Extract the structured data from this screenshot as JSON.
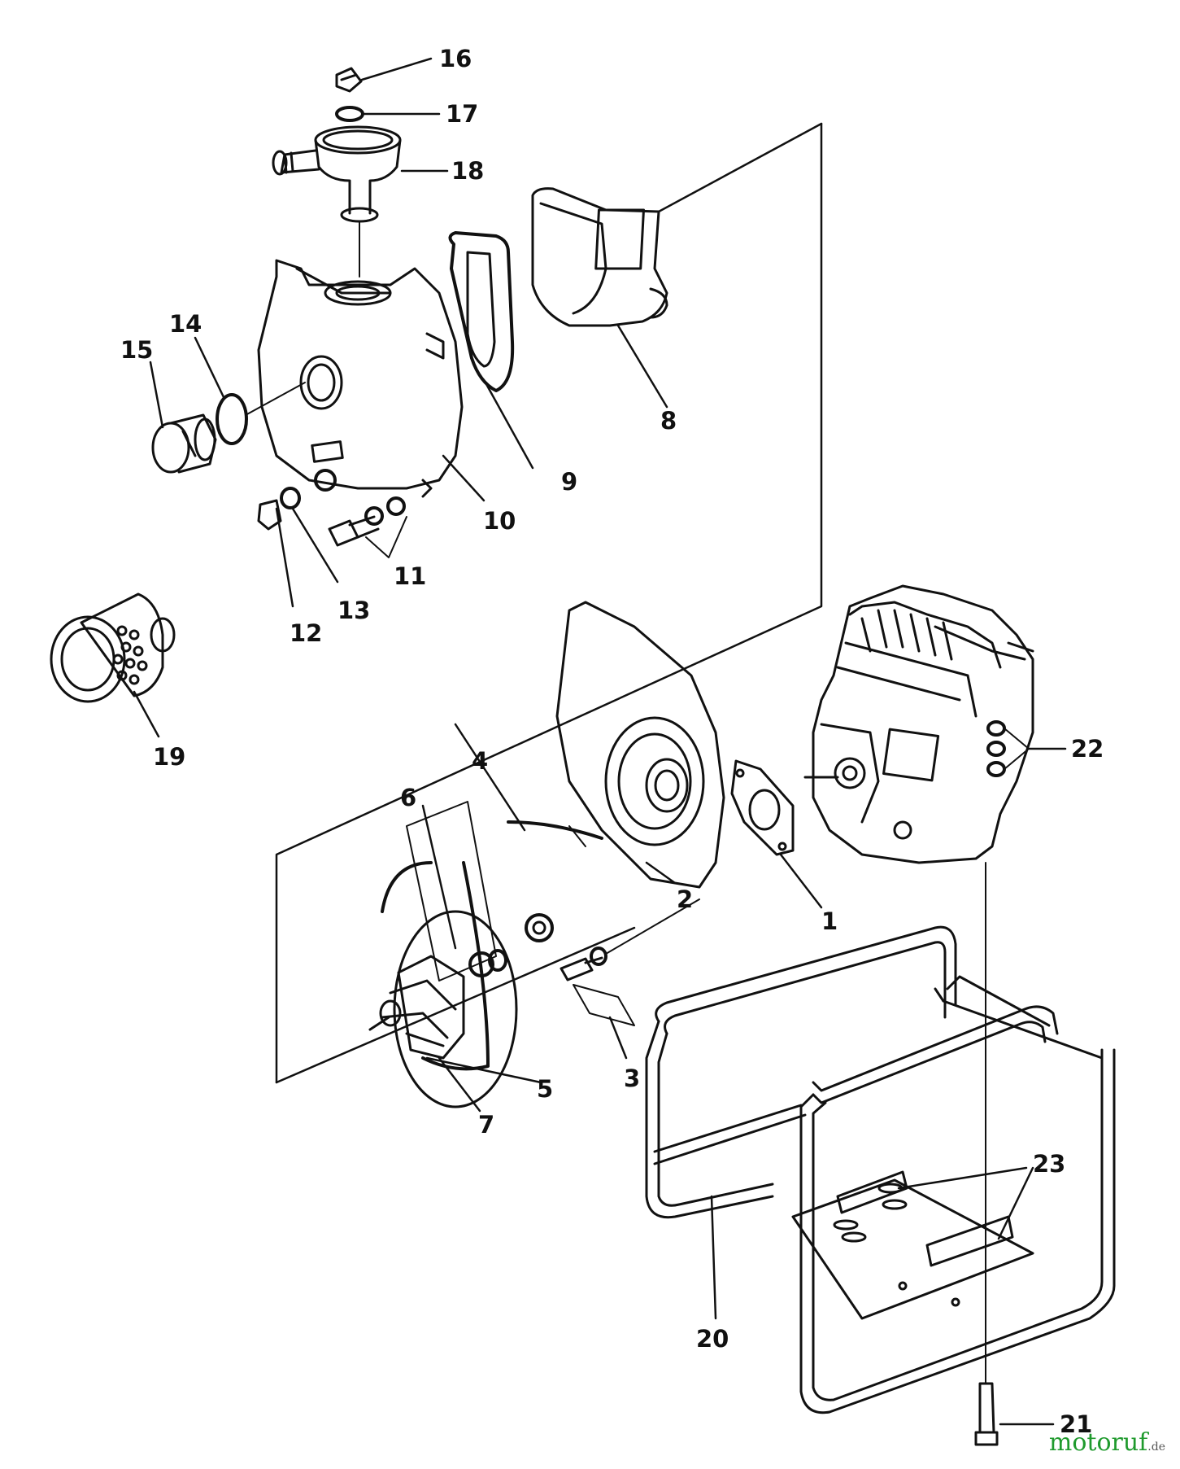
{
  "parts": {
    "p1": "1",
    "p2": "2",
    "p3": "3",
    "p4": "4",
    "p5": "5",
    "p6": "6",
    "p7": "7",
    "p8": "8",
    "p9": "9",
    "p10": "10",
    "p11": "11",
    "p12": "12",
    "p13": "13",
    "p14": "14",
    "p15": "15",
    "p16": "16",
    "p17": "17",
    "p18": "18",
    "p19": "19",
    "p20": "20",
    "p21": "21",
    "p22": "22",
    "p23": "23"
  },
  "watermark": {
    "brand": "motoruf",
    "tld": ".de"
  },
  "colors": {
    "line": "#111111",
    "brand_green": "#1f9a2d",
    "brand_blue": "#2a63c9"
  }
}
